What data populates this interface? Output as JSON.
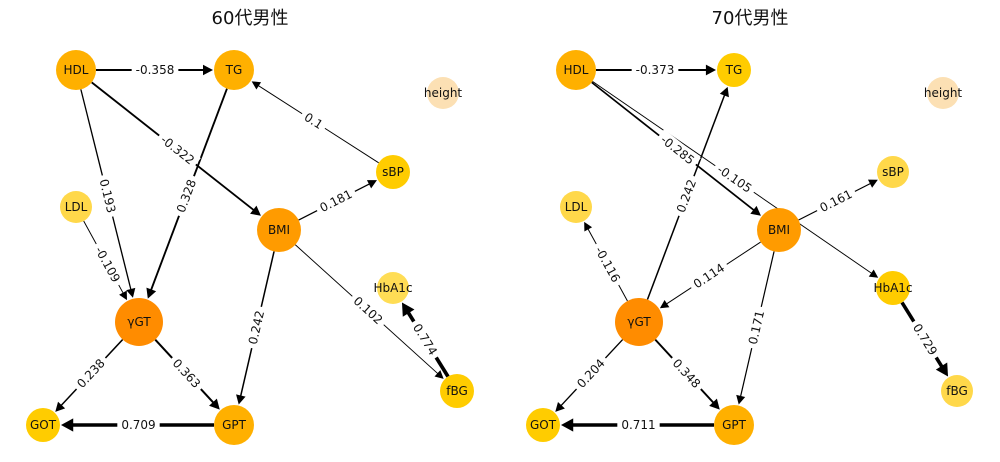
{
  "graphs": [
    {
      "title": "60代男性",
      "nodes": [
        {
          "id": "HDL",
          "label": "HDL",
          "color": "#FFB000"
        },
        {
          "id": "TG",
          "label": "TG",
          "color": "#FFB000"
        },
        {
          "id": "height",
          "label": "height",
          "color": "#FCE0B4"
        },
        {
          "id": "sBP",
          "label": "sBP",
          "color": "#FFCC00"
        },
        {
          "id": "LDL",
          "label": "LDL",
          "color": "#FFD84A"
        },
        {
          "id": "BMI",
          "label": "BMI",
          "color": "#FF9B00"
        },
        {
          "id": "gGT",
          "label": "γGT",
          "color": "#FF8C00"
        },
        {
          "id": "HbA1c",
          "label": "HbA1c",
          "color": "#FFDD55"
        },
        {
          "id": "fBG",
          "label": "fBG",
          "color": "#FFCC00"
        },
        {
          "id": "GOT",
          "label": "GOT",
          "color": "#FFCC00"
        },
        {
          "id": "GPT",
          "label": "GPT",
          "color": "#FFB000"
        }
      ],
      "edges": [
        {
          "from": "HDL",
          "to": "TG",
          "weight": "-0.358"
        },
        {
          "from": "HDL",
          "to": "BMI",
          "weight": "-0.322"
        },
        {
          "from": "HDL",
          "to": "gGT",
          "weight": "0.193"
        },
        {
          "from": "TG",
          "to": "gGT",
          "weight": "0.328"
        },
        {
          "from": "sBP",
          "to": "TG",
          "weight": "0.1"
        },
        {
          "from": "BMI",
          "to": "sBP",
          "weight": "0.181"
        },
        {
          "from": "LDL",
          "to": "gGT",
          "weight": "-0.109"
        },
        {
          "from": "BMI",
          "to": "GPT",
          "weight": "0.242"
        },
        {
          "from": "BMI",
          "to": "fBG",
          "weight": "0.102"
        },
        {
          "from": "fBG",
          "to": "HbA1c",
          "weight": "0.774"
        },
        {
          "from": "gGT",
          "to": "GOT",
          "weight": "0.238"
        },
        {
          "from": "gGT",
          "to": "GPT",
          "weight": "0.363"
        },
        {
          "from": "GPT",
          "to": "GOT",
          "weight": "0.709"
        }
      ]
    },
    {
      "title": "70代男性",
      "nodes": [
        {
          "id": "HDL",
          "label": "HDL",
          "color": "#FFB000"
        },
        {
          "id": "TG",
          "label": "TG",
          "color": "#FFCC00"
        },
        {
          "id": "height",
          "label": "height",
          "color": "#FCE0B4"
        },
        {
          "id": "sBP",
          "label": "sBP",
          "color": "#FFD84A"
        },
        {
          "id": "LDL",
          "label": "LDL",
          "color": "#FFD84A"
        },
        {
          "id": "BMI",
          "label": "BMI",
          "color": "#FF9B00"
        },
        {
          "id": "gGT",
          "label": "γGT",
          "color": "#FF8C00"
        },
        {
          "id": "HbA1c",
          "label": "HbA1c",
          "color": "#FFCC00"
        },
        {
          "id": "fBG",
          "label": "fBG",
          "color": "#FFD84A"
        },
        {
          "id": "GOT",
          "label": "GOT",
          "color": "#FFCC00"
        },
        {
          "id": "GPT",
          "label": "GPT",
          "color": "#FFB000"
        }
      ],
      "edges": [
        {
          "from": "HDL",
          "to": "TG",
          "weight": "-0.373"
        },
        {
          "from": "HDL",
          "to": "BMI",
          "weight": "-0.285"
        },
        {
          "from": "HDL",
          "to": "HbA1c",
          "weight": "-0.105"
        },
        {
          "from": "gGT",
          "to": "TG",
          "weight": "0.242"
        },
        {
          "from": "gGT",
          "to": "LDL",
          "weight": "-0.116"
        },
        {
          "from": "BMI",
          "to": "sBP",
          "weight": "0.161"
        },
        {
          "from": "BMI",
          "to": "gGT",
          "weight": "0.114"
        },
        {
          "from": "BMI",
          "to": "GPT",
          "weight": "0.171"
        },
        {
          "from": "HbA1c",
          "to": "fBG",
          "weight": "0.729"
        },
        {
          "from": "gGT",
          "to": "GOT",
          "weight": "0.204"
        },
        {
          "from": "gGT",
          "to": "GPT",
          "weight": "0.348"
        },
        {
          "from": "GPT",
          "to": "GOT",
          "weight": "0.711"
        }
      ]
    }
  ]
}
